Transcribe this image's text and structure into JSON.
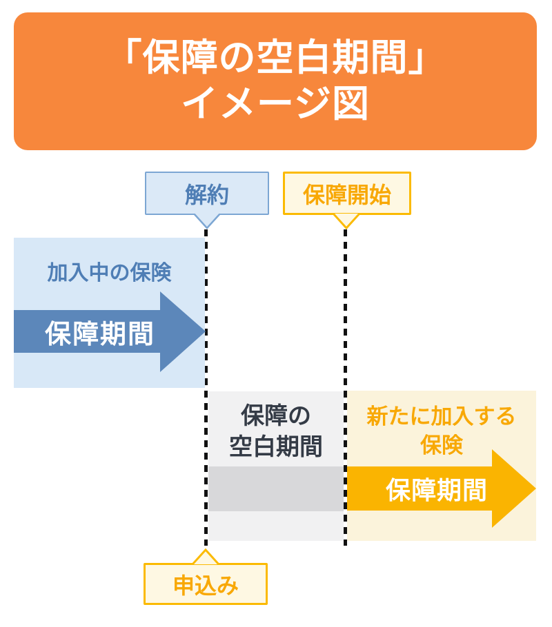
{
  "title": {
    "line1": "「保障の空白期間」",
    "line2": "イメージ図"
  },
  "callouts": {
    "cancel": "解約",
    "coverage_start": "保障開始",
    "application": "申込み"
  },
  "current_insurance": {
    "label": "加入中の保険",
    "arrow_label": "保障期間"
  },
  "gap_period": {
    "line1": "保障の",
    "line2": "空白期間"
  },
  "new_insurance": {
    "label_line1": "新たに加入する",
    "label_line2": "保険",
    "arrow_label": "保障期間"
  },
  "colors": {
    "banner": "#F7873C",
    "blue_panel": "#D8E8F7",
    "blue_arrow": "#5C87BA",
    "blue_border": "#7CA6D3",
    "blue_bubble": "#DBE9F7",
    "blue_text": "#4F7EB5",
    "yellow_border": "#FBBA02",
    "yellow_bubble": "#FEF8E3",
    "orange_text": "#F8A805",
    "cream_panel": "#FBF3DB",
    "orange_arrow": "#FAB401",
    "gray_panel": "#F1F1F2",
    "gray_band": "#D8D8DA",
    "dark_text": "#343B46",
    "dash": "#111111"
  }
}
